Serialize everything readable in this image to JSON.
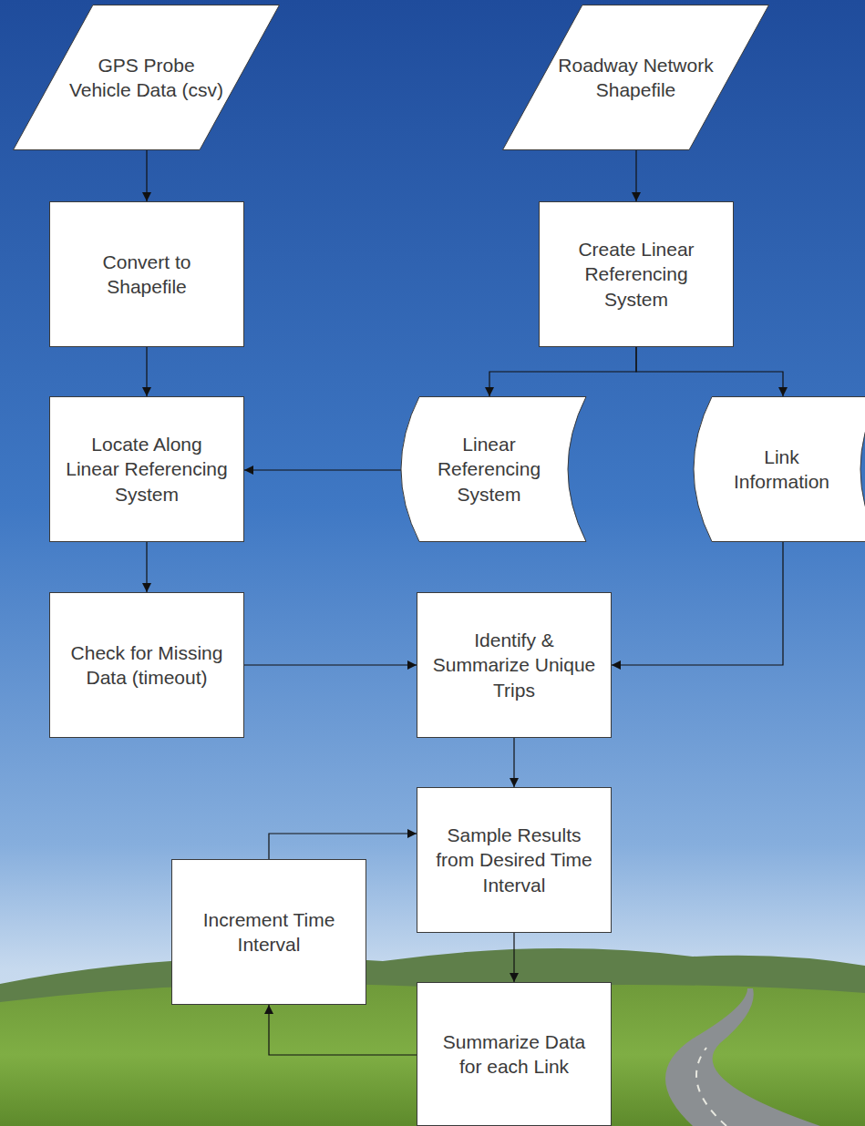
{
  "diagram": {
    "nodes": [
      {
        "text": [
          "GPS Probe Vehicle Data (csv)"
        ]
      },
      {
        "text": [
          "Roadway Network Shapefile"
        ]
      },
      {
        "text": [
          "Convert to Shapefile"
        ]
      },
      {
        "text": [
          "Create Linear Referencing System"
        ]
      },
      {
        "text": [
          "Locate Along Linear Referencing System"
        ]
      },
      {
        "text": [
          "Linear Referencing System"
        ]
      },
      {
        "text": [
          "Link Information"
        ]
      },
      {
        "text": [
          "Check for Missing Data (timeout)"
        ]
      },
      {
        "text": [
          "Identify & Summarize Unique Trips"
        ]
      },
      {
        "text": [
          "Sample Results from Desired Time Interval"
        ]
      },
      {
        "text": [
          "Increment Time Interval"
        ]
      },
      {
        "text": [
          "Summarize Data for each Link"
        ]
      }
    ],
    "edges": [
      {
        "from": 0,
        "to": 2,
        "arrow": "to"
      },
      {
        "from": 1,
        "to": 3,
        "arrow": "to"
      },
      {
        "from": 3,
        "to": 5,
        "arrow": "to"
      },
      {
        "from": 3,
        "to": 6,
        "arrow": "to"
      },
      {
        "from": 2,
        "to": 4,
        "arrow": "to"
      },
      {
        "from": 5,
        "to": 4,
        "arrow": "to"
      },
      {
        "from": 4,
        "to": 7,
        "arrow": "to"
      },
      {
        "from": 7,
        "to": 8,
        "arrow": "to"
      },
      {
        "from": 6,
        "to": 8,
        "arrow": "to"
      },
      {
        "from": 8,
        "to": 9,
        "arrow": "to"
      },
      {
        "from": 9,
        "to": 11,
        "arrow": "to"
      },
      {
        "from": 11,
        "to": 10,
        "arrow": "to"
      },
      {
        "from": 10,
        "to": 9,
        "arrow": "to"
      }
    ]
  }
}
